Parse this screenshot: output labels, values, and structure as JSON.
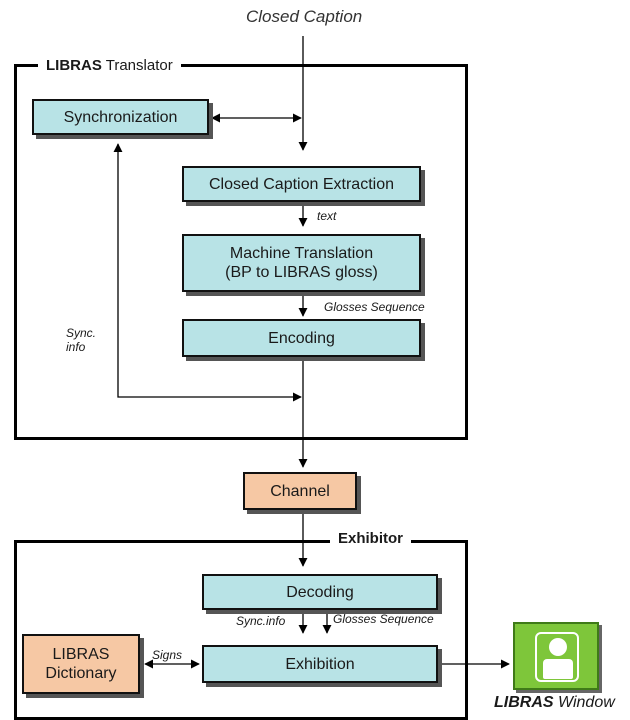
{
  "top_label": "Closed Caption",
  "translator": {
    "title_bold": "LIBRAS",
    "title_rest": " Translator"
  },
  "boxes": {
    "synchronization": "Synchronization",
    "extraction": "Closed Caption Extraction",
    "mt_line1": "Machine Translation",
    "mt_line2": "(BP to LIBRAS gloss)",
    "encoding": "Encoding",
    "channel": "Channel",
    "decoding": "Decoding",
    "exhibition": "Exhibition",
    "dict_line1": "LIBRAS",
    "dict_line2": "Dictionary"
  },
  "labels": {
    "text": "text",
    "glosses_sequence": "Glosses Sequence",
    "sync_info_line1": "Sync.",
    "sync_info_line2": "info",
    "sync_info_lower": "Sync.info",
    "glosses_sequence_lower": "Glosses Sequence",
    "signs": "Signs"
  },
  "exhibitor": {
    "title": "Exhibitor"
  },
  "window": {
    "caption_bold": "LIBRAS",
    "caption_rest": " Window",
    "icon": "user-window-icon",
    "color": "#7ec63a"
  },
  "colors": {
    "process": "#b8e3e6",
    "io": "#f6c8a4"
  }
}
